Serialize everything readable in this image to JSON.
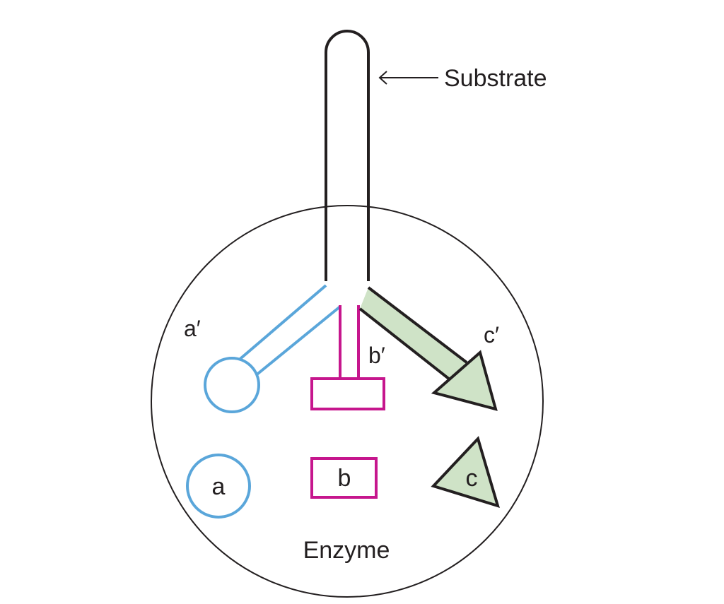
{
  "labels": {
    "substrate": "Substrate",
    "enzyme": "Enzyme",
    "site_a_prime": "a′",
    "site_b_prime": "b′",
    "site_c_prime": "c′",
    "group_a": "a",
    "group_b": "b",
    "group_c": "c"
  },
  "colors": {
    "outline": "#231f20",
    "group_a": "#5aa6da",
    "group_b": "#c6168d",
    "group_c_fill": "#cfe3c7"
  }
}
